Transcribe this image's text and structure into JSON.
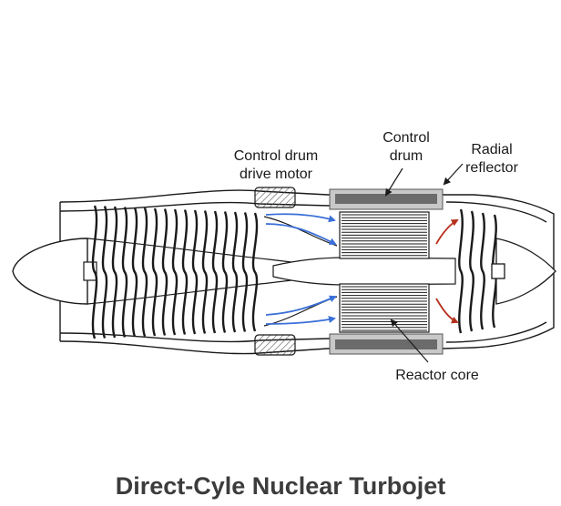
{
  "title": "Direct-Cyle Nuclear Turbojet",
  "labels": {
    "control_drum_drive_motor": [
      "Control drum",
      "drive motor"
    ],
    "control_drum": [
      "Control",
      "drum"
    ],
    "radial_reflector": [
      "Radial",
      "reflector"
    ],
    "reactor_core": "Reactor core"
  },
  "colors": {
    "intake_flow_arrows": "#3a6fd8",
    "exhaust_flow_arrows": "#b5301c",
    "line": "#1a1a1a",
    "reflector_fill": "#c8c8c8",
    "drum_fill": "#6b6b6b"
  }
}
